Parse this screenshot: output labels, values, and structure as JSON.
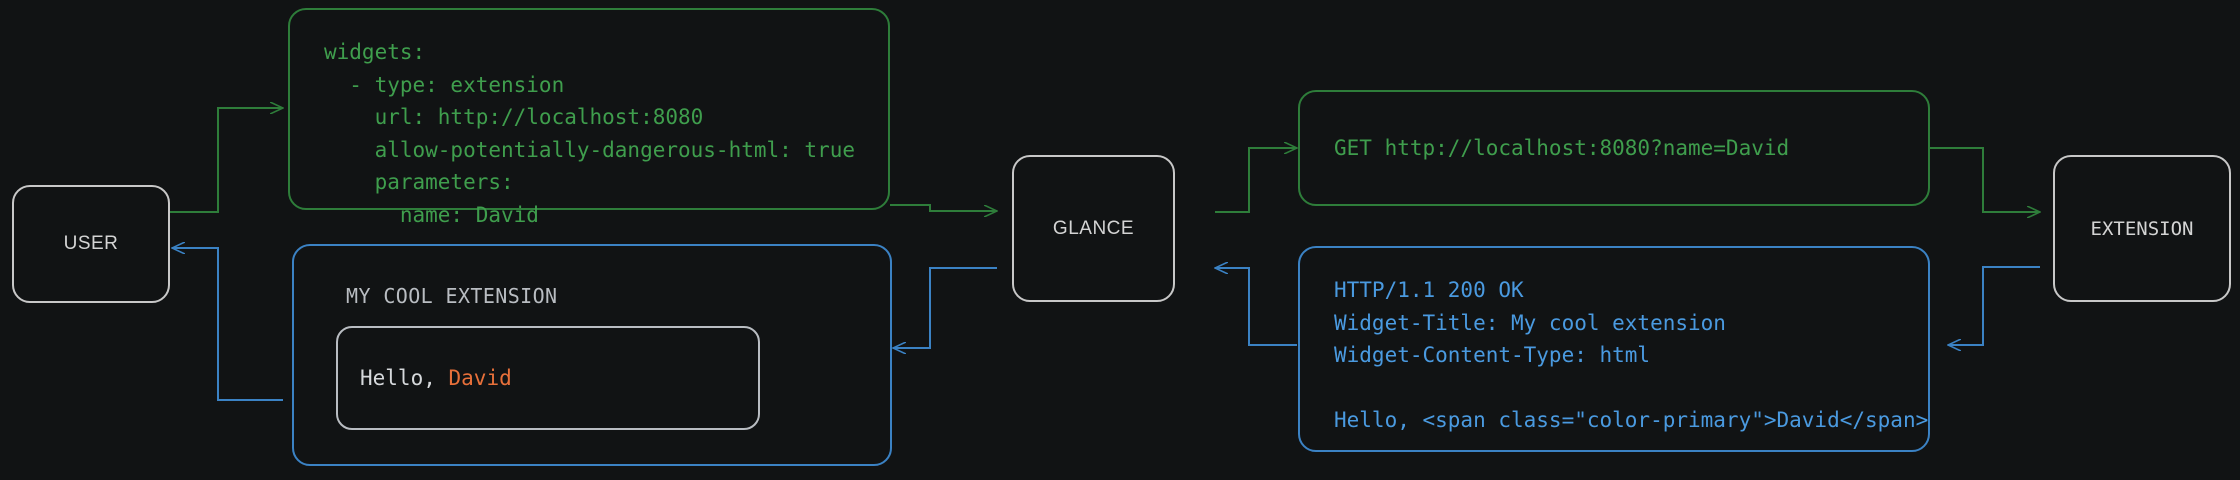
{
  "diagram": {
    "title": "Glance extension request flow",
    "background_color": "#111314",
    "colors": {
      "node_border": "#c8c8c8",
      "node_text": "#d4d4d4",
      "request_green": "#3f9e4d",
      "request_green_border": "#2e7d3a",
      "response_blue": "#4a9ae0",
      "response_blue_border": "#3b82c4",
      "accent_orange": "#e8703a",
      "render_title": "#b9bdc2"
    }
  },
  "nodes": {
    "user": {
      "label": "USER"
    },
    "glance": {
      "label": "GLANCE"
    },
    "extension": {
      "label": "EXTENSION"
    }
  },
  "messages": {
    "config_yaml": {
      "kind": "request",
      "text": "widgets:\n  - type: extension\n    url: http://localhost:8080\n    allow-potentially-dangerous-html: true\n    parameters:\n      name: David"
    },
    "http_request": {
      "kind": "request",
      "text": "GET http://localhost:8080?name=David"
    },
    "http_response": {
      "kind": "response",
      "text": "HTTP/1.1 200 OK\nWidget-Title: My cool extension\nWidget-Content-Type: html\n\nHello, <span class=\"color-primary\">David</span>"
    },
    "rendered_widget": {
      "kind": "response",
      "title": "MY COOL EXTENSION",
      "body_prefix": "Hello, ",
      "body_accent": "David"
    }
  },
  "edges": [
    {
      "name": "user-to-config",
      "kind": "request",
      "from": "user",
      "to": "config_yaml"
    },
    {
      "name": "config-to-glance",
      "kind": "request",
      "from": "config_yaml",
      "to": "glance"
    },
    {
      "name": "glance-to-http-request",
      "kind": "request",
      "from": "glance",
      "to": "http_request"
    },
    {
      "name": "http-request-to-extension",
      "kind": "request",
      "from": "http_request",
      "to": "extension"
    },
    {
      "name": "extension-to-http-response",
      "kind": "response",
      "from": "extension",
      "to": "http_response"
    },
    {
      "name": "http-response-to-glance",
      "kind": "response",
      "from": "http_response",
      "to": "glance"
    },
    {
      "name": "glance-to-rendered-widget",
      "kind": "response",
      "from": "glance",
      "to": "rendered_widget"
    },
    {
      "name": "rendered-widget-to-user",
      "kind": "response",
      "from": "rendered_widget",
      "to": "user"
    }
  ]
}
